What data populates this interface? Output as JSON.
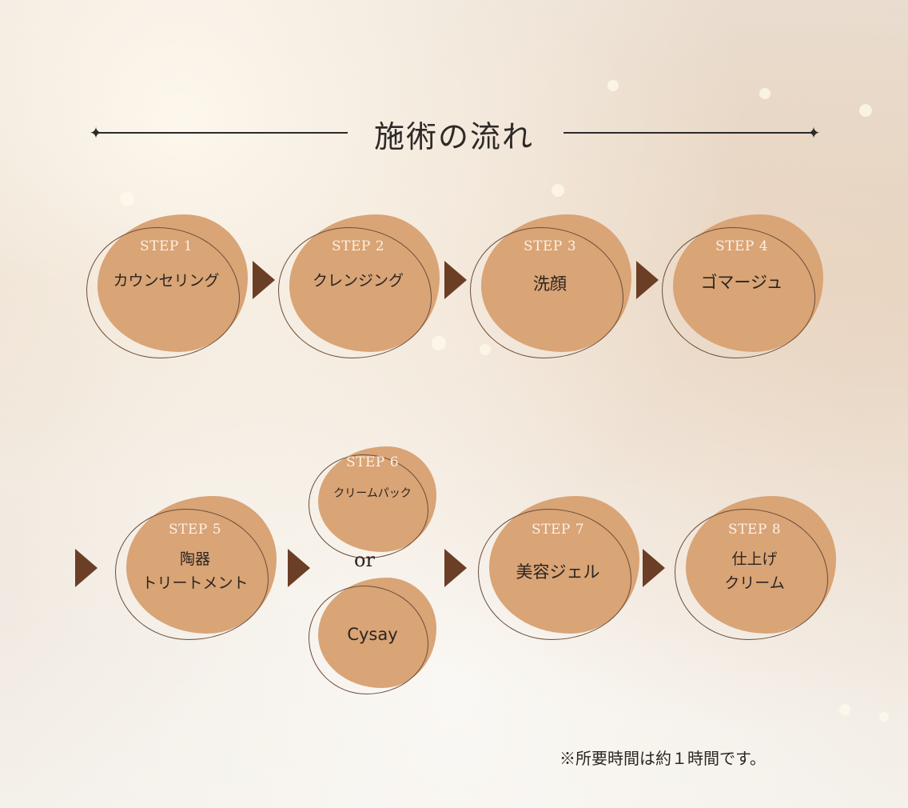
{
  "header": {
    "title": "施術の流れ"
  },
  "steps": [
    {
      "label": "STEP 1",
      "name": "カウンセリング"
    },
    {
      "label": "STEP 2",
      "name": "クレンジング"
    },
    {
      "label": "STEP 3",
      "name": "洗顔"
    },
    {
      "label": "STEP 4",
      "name": "ゴマージュ"
    },
    {
      "label": "STEP 5",
      "name_line1": "陶器",
      "name_line2": "トリートメント"
    },
    {
      "label": "STEP 6",
      "name": "クリームパック",
      "or": "or",
      "alt_name": "Cysay"
    },
    {
      "label": "STEP 7",
      "name": "美容ジェル"
    },
    {
      "label": "STEP 8",
      "name_line1": "仕上げ",
      "name_line2": "クリーム"
    }
  ],
  "note": "※所要時間は約１時間です。",
  "colors": {
    "blob": "#d9a476",
    "arrow": "#6b3e26",
    "ring": "#6a4c3a",
    "text": "#2b2420"
  }
}
